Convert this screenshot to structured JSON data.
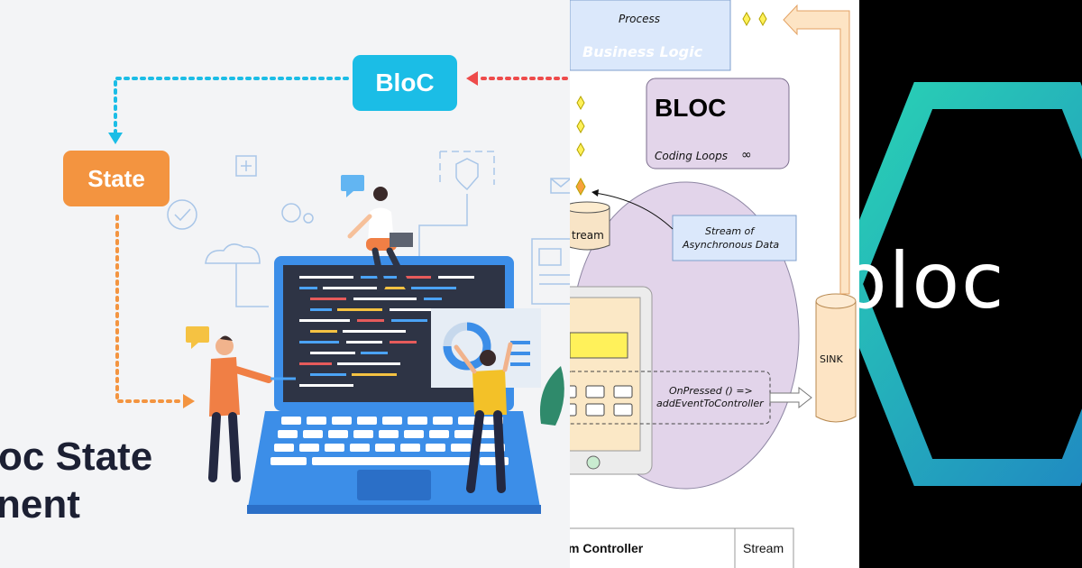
{
  "panel1": {
    "bloc_label": "BloC",
    "state_label": "State",
    "title_line1": "oc State",
    "title_line2": "nent",
    "colors": {
      "bloc": "#1bbde6",
      "state": "#f39440",
      "screen": "#2e3445",
      "laptop": "#3c8ee8",
      "shirt_orange": "#f07f45",
      "shirt_yellow": "#f3c128"
    }
  },
  "panel2": {
    "process_label": "Process",
    "business_logic_label": "Business Logic",
    "bloc_title": "BLOC",
    "coding_loops_label": "Coding Loops",
    "infinity_symbol": "∞",
    "stream_cylinder_label": "tream",
    "stream_note_line1": "Stream of",
    "stream_note_line2": "Asynchronous Data",
    "event_line1": "OnPressed () =>",
    "event_line2": "addEventToController",
    "sink_label": "SINK",
    "table_cell1": "m Controller",
    "table_cell2": "Stream",
    "colors": {
      "box_blue": "#dbe8fb",
      "box_purple": "#e3d5ea",
      "ellipse": "#e2d4ea",
      "sink": "#fde4c4",
      "diamond": "#fff15a"
    }
  },
  "panel3": {
    "logo_text": "bloc",
    "colors": {
      "hex_teal": "#29d3b4",
      "hex_blue": "#1f84c3"
    }
  }
}
